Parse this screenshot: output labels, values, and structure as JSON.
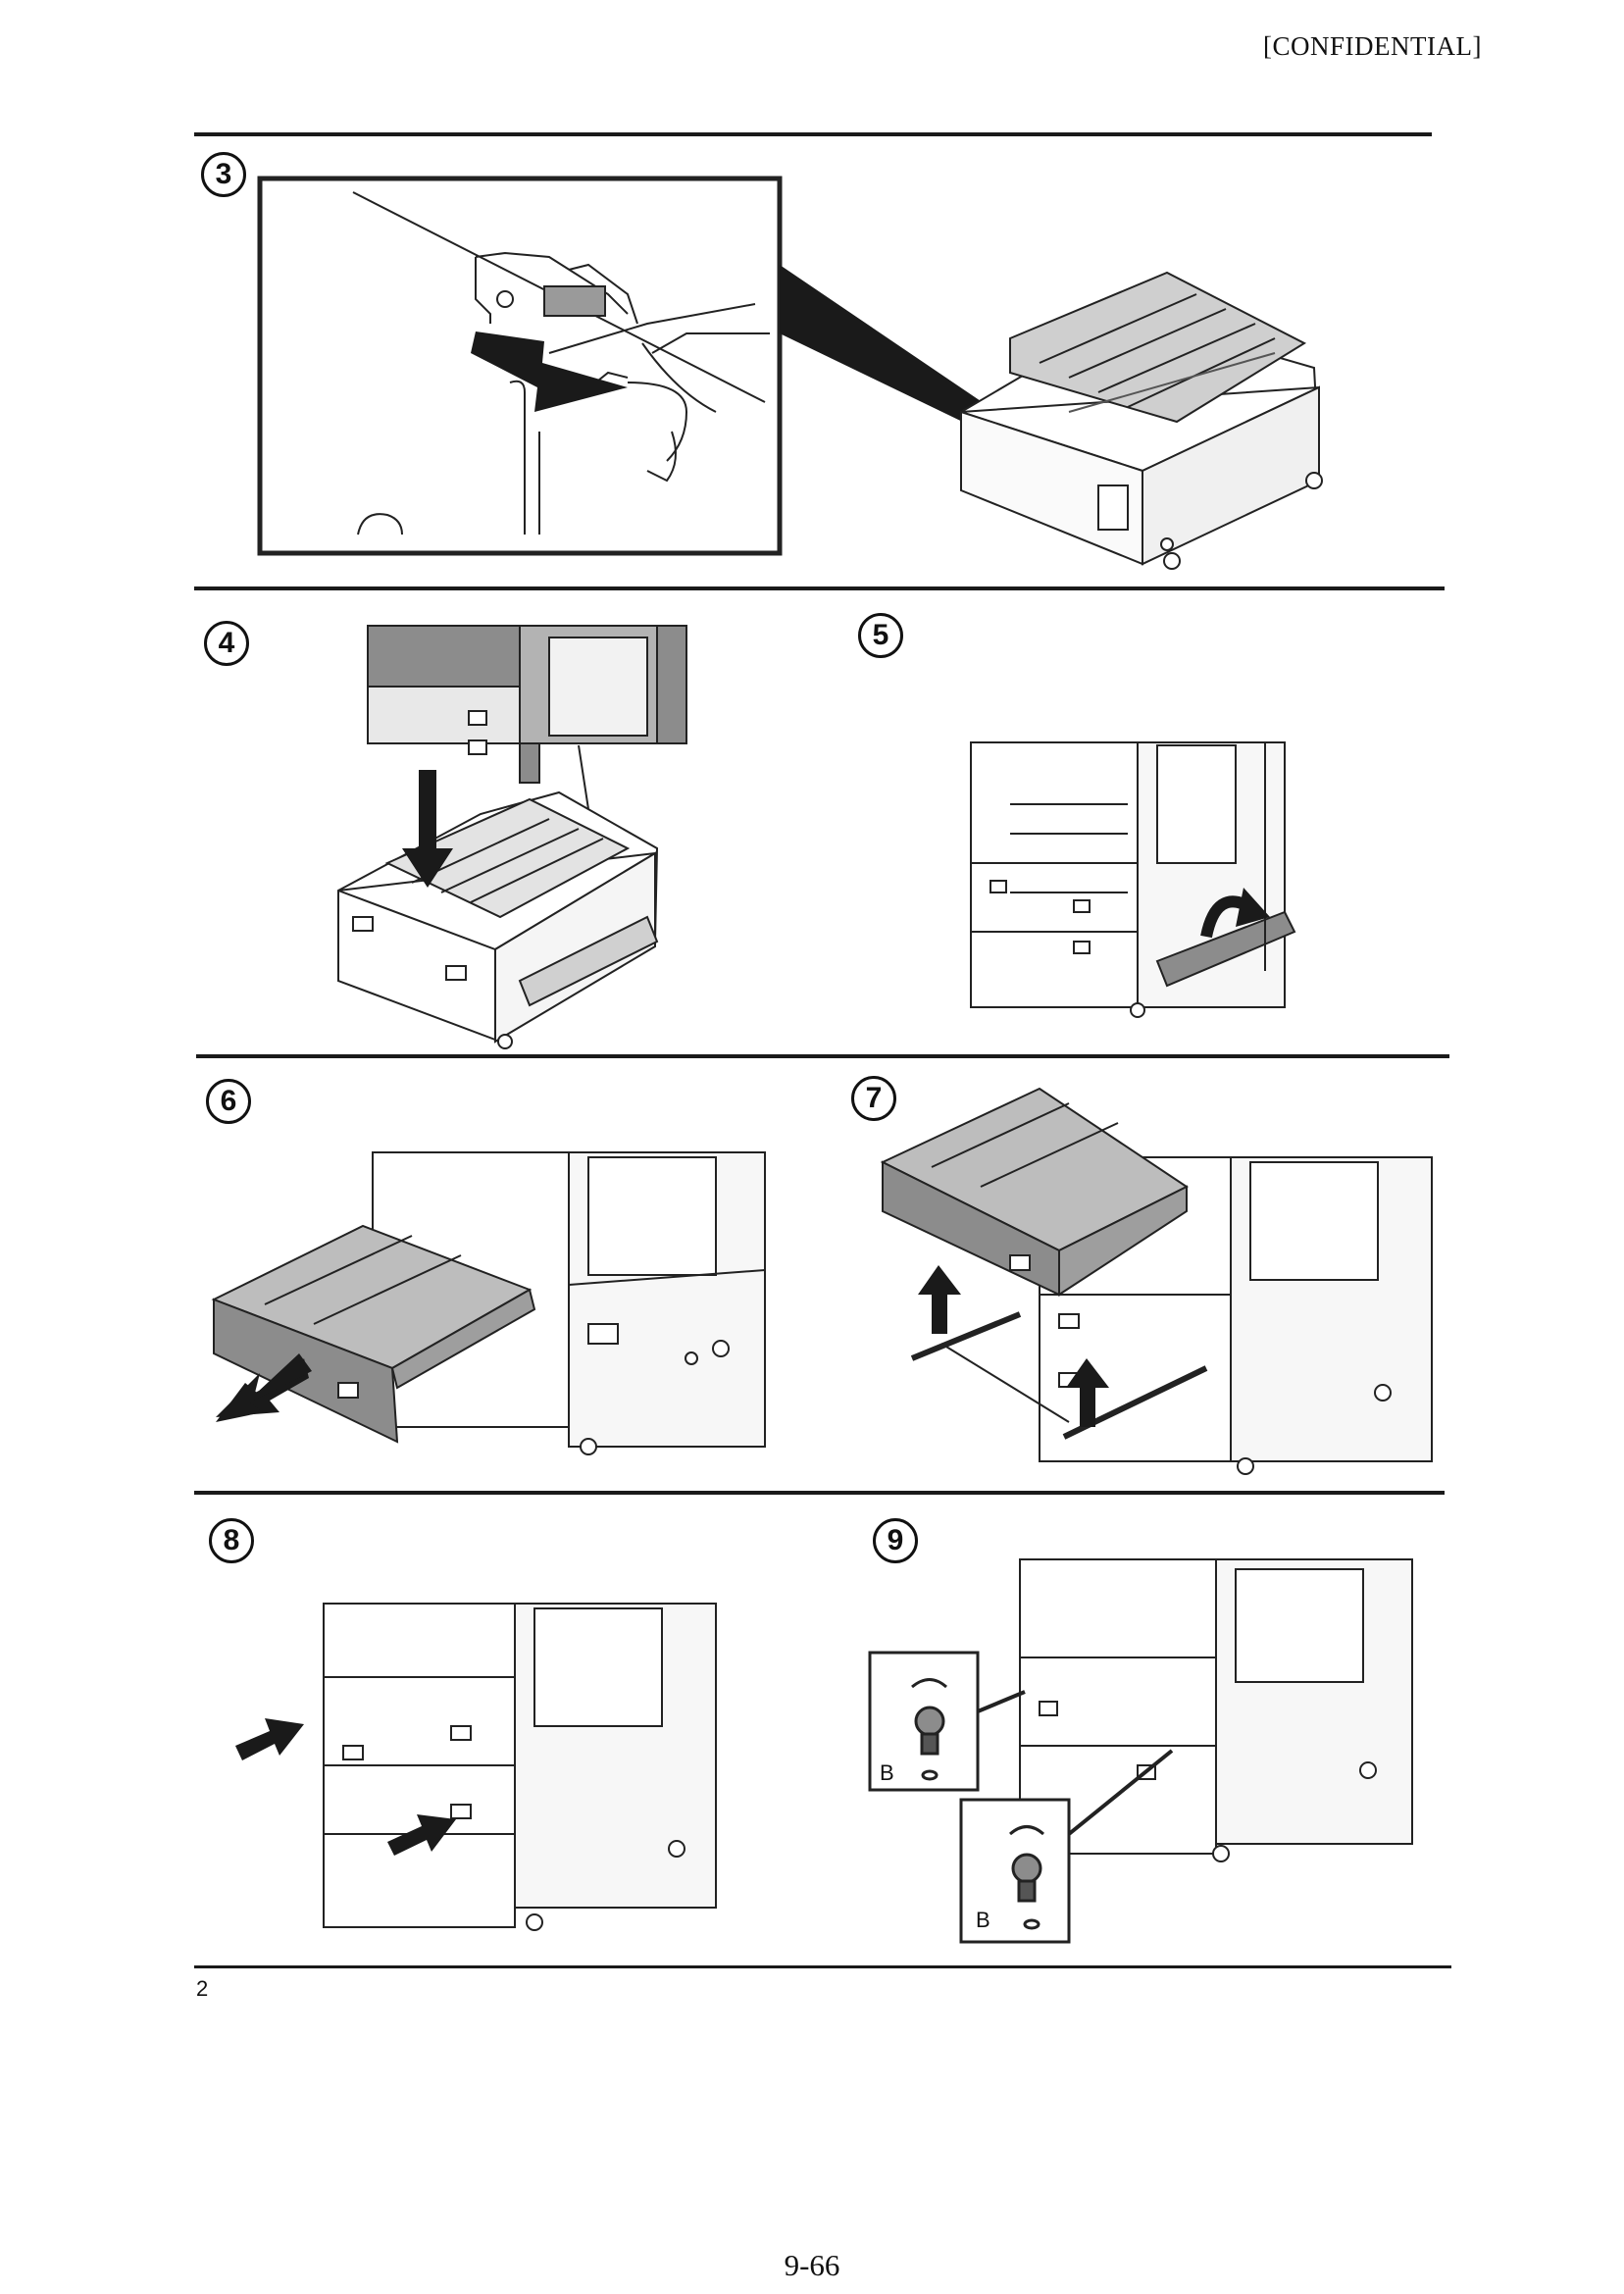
{
  "header": {
    "confidential": "[CONFIDENTIAL]"
  },
  "steps": [
    {
      "number": "3"
    },
    {
      "number": "4"
    },
    {
      "number": "5"
    },
    {
      "number": "6"
    },
    {
      "number": "7"
    },
    {
      "number": "8"
    },
    {
      "number": "9"
    }
  ],
  "callouts": {
    "b_upper": "B",
    "b_lower": "B"
  },
  "footnote": "2",
  "footer": {
    "page_number": "9-66"
  },
  "colors": {
    "ink": "#1a1a1a",
    "gray_fill": "#8c8c8c",
    "light_gray": "#d9d9d9"
  }
}
